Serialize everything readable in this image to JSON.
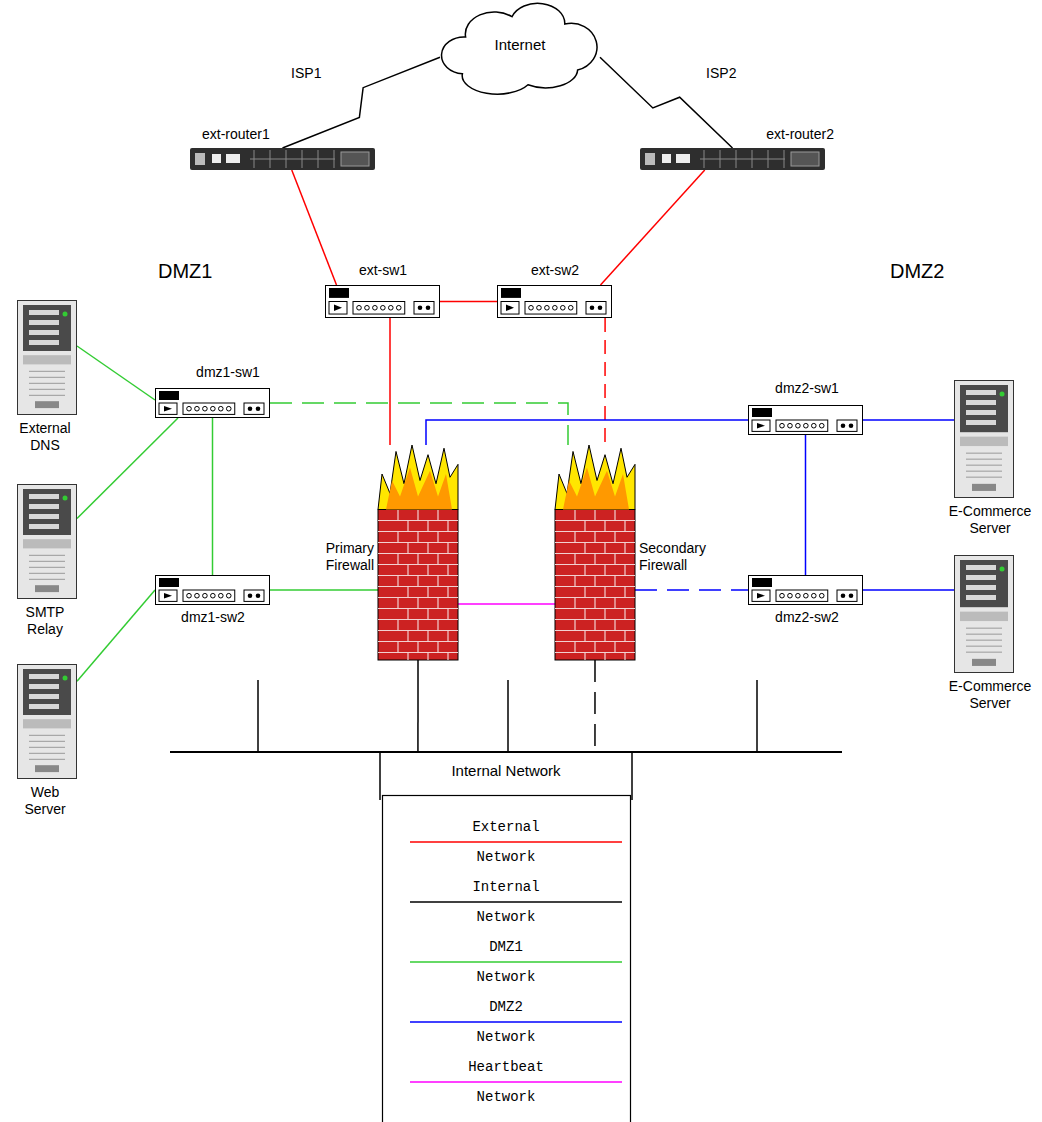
{
  "diagram": {
    "nodes": [
      {
        "text": [
          "Internet"
        ]
      },
      {
        "text": [
          "ext-router1"
        ]
      },
      {
        "text": [
          "ext-router2"
        ]
      },
      {
        "text": [
          "ext-sw1"
        ]
      },
      {
        "text": [
          "ext-sw2"
        ]
      },
      {
        "text": [
          "External DNS"
        ]
      },
      {
        "text": [
          "dmz1-sw1"
        ]
      },
      {
        "text": [
          "dmz2-sw1"
        ]
      },
      {
        "text": [
          "E-Commerce Server"
        ]
      },
      {
        "text": [
          "Primary Firewall"
        ]
      },
      {
        "text": [
          "Secondary Firewall"
        ]
      },
      {
        "text": [
          "SMTP Relay"
        ]
      },
      {
        "text": [
          "dmz1-sw2"
        ]
      },
      {
        "text": [
          "dmz2-sw2"
        ]
      },
      {
        "text": [
          "E-Commerce Server"
        ]
      },
      {
        "text": [
          "Web Server"
        ]
      },
      {
        "text": [
          "Internal Network"
        ]
      }
    ],
    "edges": [
      {
        "from": 0,
        "to": 1,
        "label": "ISP1",
        "arrow": "none"
      },
      {
        "from": 0,
        "to": 2,
        "label": "ISP2",
        "arrow": "none"
      },
      {
        "from": 1,
        "to": 3,
        "arrow": "none"
      },
      {
        "from": 2,
        "to": 4,
        "arrow": "none"
      },
      {
        "from": 3,
        "to": 4,
        "arrow": "none"
      },
      {
        "from": 3,
        "to": 9,
        "arrow": "none"
      },
      {
        "from": 4,
        "to": 10,
        "arrow": "none"
      },
      {
        "from": 5,
        "to": 6,
        "arrow": "none"
      },
      {
        "from": 11,
        "to": 6,
        "arrow": "none"
      },
      {
        "from": 15,
        "to": 12,
        "arrow": "none"
      },
      {
        "from": 6,
        "to": 12,
        "arrow": "none"
      },
      {
        "from": 6,
        "to": 10,
        "arrow": "none"
      },
      {
        "from": 12,
        "to": 9,
        "arrow": "none"
      },
      {
        "from": 9,
        "to": 7,
        "arrow": "none"
      },
      {
        "from": 10,
        "to": 13,
        "arrow": "none"
      },
      {
        "from": 7,
        "to": 13,
        "arrow": "none"
      },
      {
        "from": 7,
        "to": 8,
        "arrow": "none"
      },
      {
        "from": 13,
        "to": 14,
        "arrow": "none"
      },
      {
        "from": 9,
        "to": 10,
        "arrow": "none"
      },
      {
        "from": 9,
        "to": 16,
        "arrow": "none"
      },
      {
        "from": 10,
        "to": 16,
        "arrow": "none"
      }
    ],
    "labels": [
      "DMZ1",
      "DMZ2"
    ],
    "legend": [
      {
        "text": "External Network",
        "color": "#ff0000"
      },
      {
        "text": "Internal Network",
        "color": "#000000"
      },
      {
        "text": "DMZ1 Network",
        "color": "#33cc33"
      },
      {
        "text": "DMZ2 Network",
        "color": "#0000ff"
      },
      {
        "text": "Heartbeat Network",
        "color": "#ff00ff"
      }
    ]
  }
}
